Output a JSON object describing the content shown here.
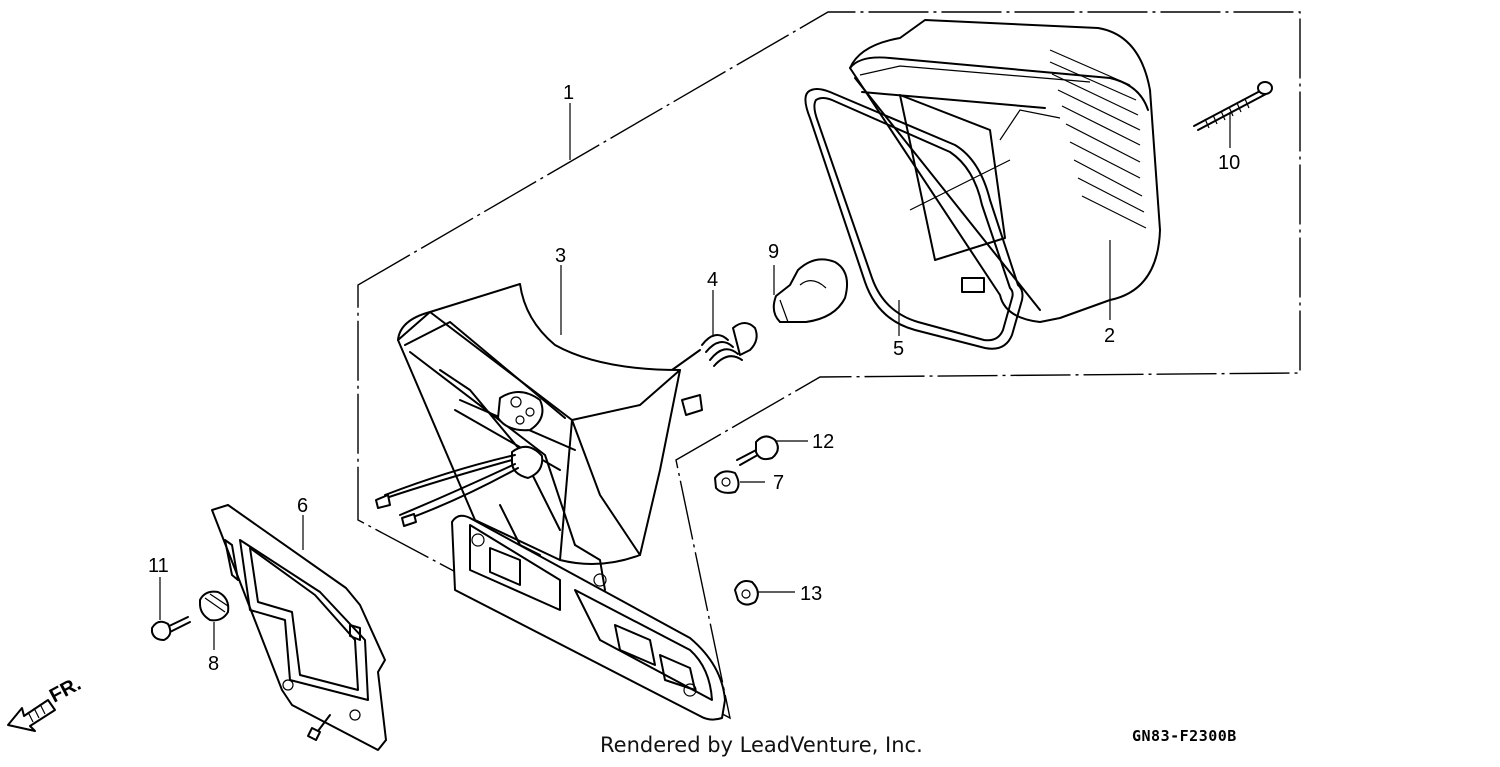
{
  "diagram": {
    "callouts": [
      {
        "num": "1"
      },
      {
        "num": "2"
      },
      {
        "num": "3"
      },
      {
        "num": "4"
      },
      {
        "num": "5"
      },
      {
        "num": "6"
      },
      {
        "num": "7"
      },
      {
        "num": "8"
      },
      {
        "num": "9"
      },
      {
        "num": "10"
      },
      {
        "num": "11"
      },
      {
        "num": "12"
      },
      {
        "num": "13"
      }
    ],
    "direction_label": "FR.",
    "credit": "Rendered by LeadVenture, Inc.",
    "drawing_code": "GN83-F2300B"
  }
}
